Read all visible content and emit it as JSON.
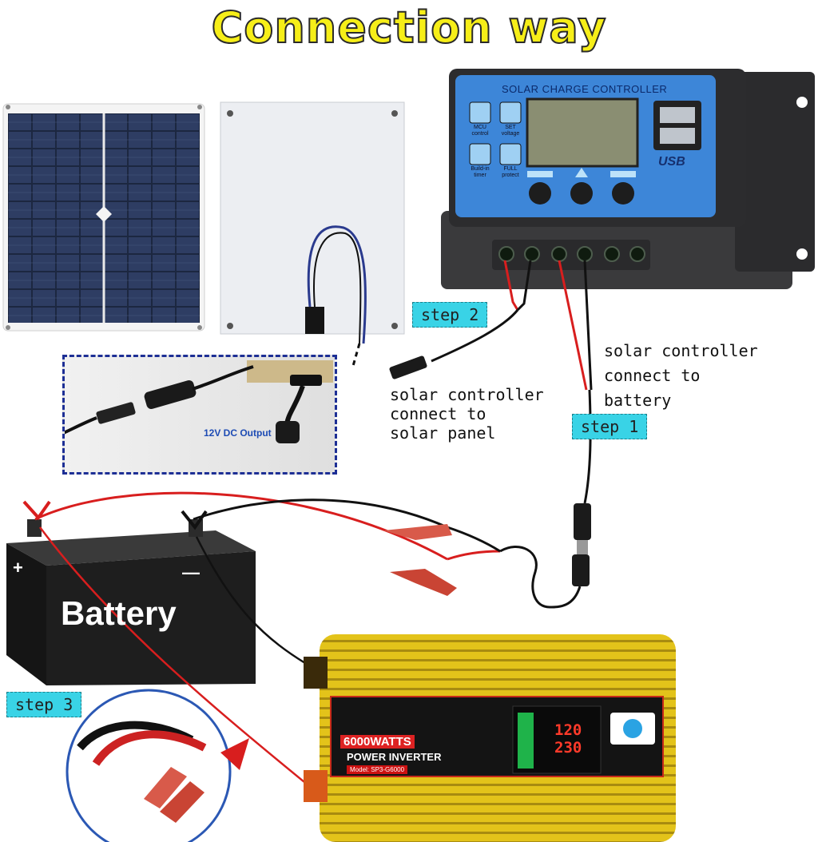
{
  "title": "Connection way",
  "steps": {
    "step1": "step 1",
    "step2": "step 2",
    "step3": "step 3"
  },
  "notes": {
    "controller_to_battery": "solar controller\nconnect to\nbattery",
    "controller_to_panel": "solar controller\nconnect to\nsolar panel"
  },
  "inset": {
    "label": "12V DC Output",
    "border_color": "#1d2f95"
  },
  "controller": {
    "title": "SOLAR CHARGE CONTROLLER",
    "icon_labels": [
      "MCU control",
      "SET voltage",
      "Build-in timer",
      "FULL protect"
    ],
    "usb_label": "USB",
    "body_color": "#3d86d8"
  },
  "battery": {
    "label": "Battery",
    "plus": "+",
    "minus": "—"
  },
  "inverter": {
    "watts": "6000WATTS",
    "name": "POWER INVERTER",
    "model": "Model: SP3-G6000",
    "display_top": "120",
    "display_bottom": "230",
    "body_color": "#e9cc1c"
  },
  "colors": {
    "title_fill": "#f6ee18",
    "step_badge": "#39d3e6",
    "red_wire": "#d81e1e",
    "black_wire": "#111111"
  }
}
